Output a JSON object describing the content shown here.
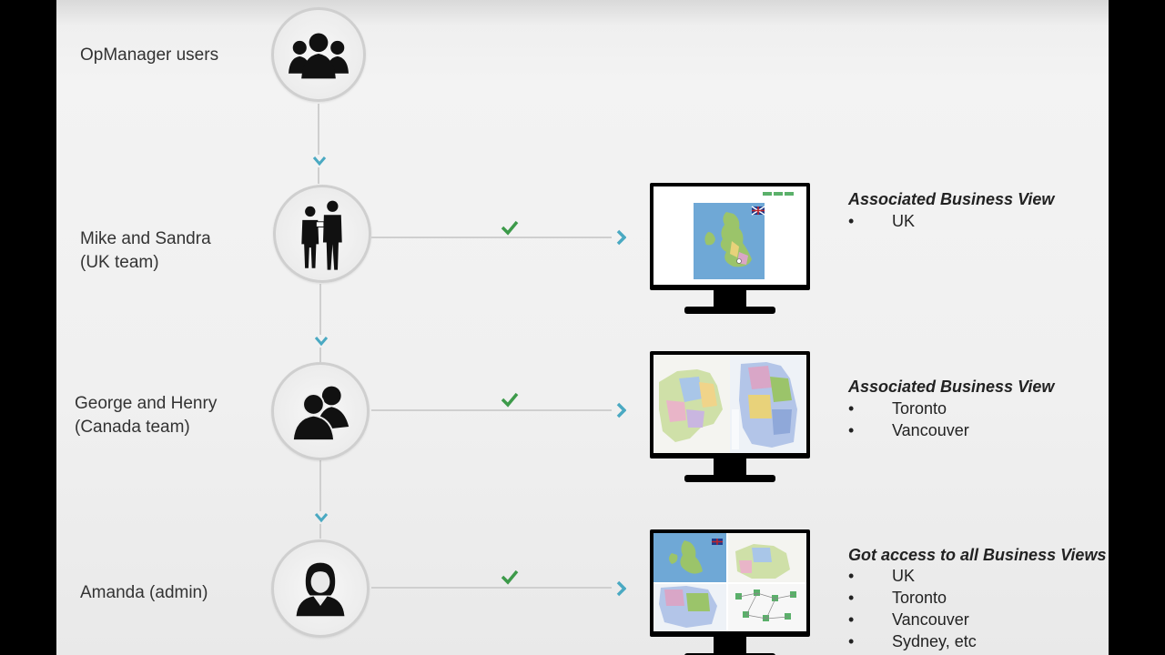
{
  "users": [
    {
      "label": "OpManager users",
      "icon": "group-icon"
    },
    {
      "label": "Mike and Sandra\n(UK team)",
      "icon": "business-people-icon"
    },
    {
      "label": "George and Henry\n(Canada team)",
      "icon": "two-users-icon"
    },
    {
      "label": "Amanda (admin)",
      "icon": "woman-user-icon"
    }
  ],
  "business_views": [
    {
      "title": "Associated Business View",
      "items": [
        "UK"
      ]
    },
    {
      "title": "Associated Business View",
      "items": [
        "Toronto",
        "Vancouver"
      ]
    },
    {
      "title": "Got access to all Business Views",
      "items": [
        "UK",
        "Toronto",
        "Vancouver",
        "Sydney, etc"
      ]
    }
  ],
  "bullet_char": "•",
  "colors": {
    "accent_teal": "#4aa9c2",
    "check_green": "#3d9a4a",
    "connector_gray": "#cfcfcf",
    "sea_blue": "#6fa8d6",
    "land_green": "#9bc46a"
  }
}
